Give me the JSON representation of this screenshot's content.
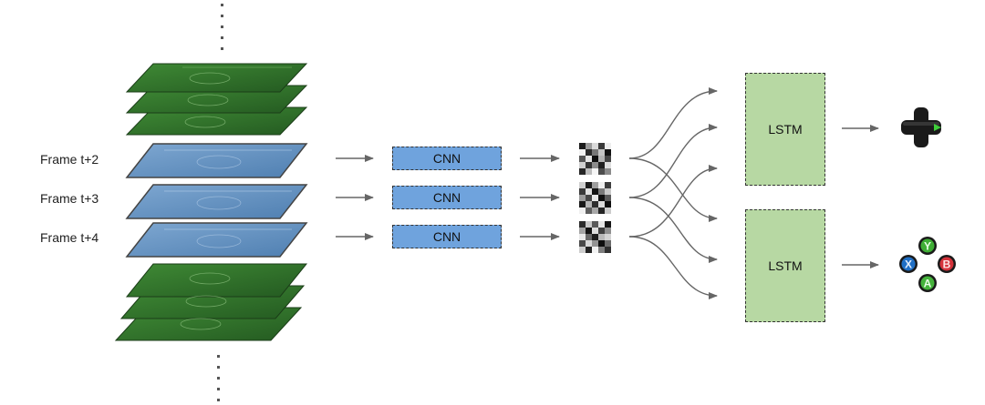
{
  "frames": [
    {
      "label": "Frame t+2"
    },
    {
      "label": "Frame t+3"
    },
    {
      "label": "Frame t+4"
    }
  ],
  "cnn": [
    {
      "label": "CNN"
    },
    {
      "label": "CNN"
    },
    {
      "label": "CNN"
    }
  ],
  "lstm": [
    {
      "label": "LSTM"
    },
    {
      "label": "LSTM"
    }
  ],
  "buttons": {
    "y": "Y",
    "x": "X",
    "b": "B",
    "a": "A"
  },
  "colors": {
    "cnn_fill": "#6fa3dd",
    "lstm_fill": "#b7d8a3",
    "frame_blue": "#5b87b8",
    "frame_green": "#2f6a2a",
    "arrow": "#666666",
    "button_y": "#3fae35",
    "button_x": "#1f6fc5",
    "button_b": "#d4333b",
    "button_a": "#45b33c"
  },
  "icons": {
    "dpad": "dpad-icon",
    "face_buttons": "gamepad-face-buttons-icon"
  }
}
